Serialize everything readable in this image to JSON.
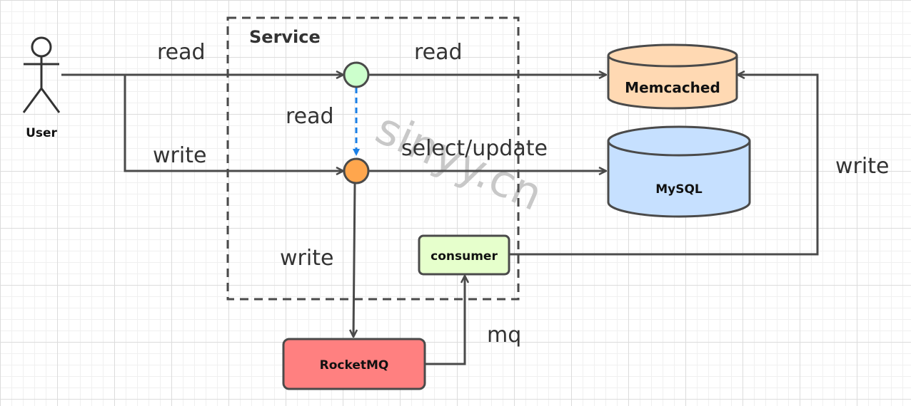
{
  "diagram": {
    "container_title": "Service",
    "actor": "User",
    "nodes": {
      "memcached": "Memcached",
      "mysql": "MySQL",
      "consumer": "consumer",
      "rocketmq": "RocketMQ"
    },
    "edge_labels": {
      "user_read": "read",
      "user_write": "write",
      "service_read_cache": "read",
      "cache_miss_read": "read",
      "select_update": "select/update",
      "service_write_mq": "write",
      "mq": "mq",
      "consumer_write": "write"
    },
    "watermark": "sinyy.cn"
  },
  "colors": {
    "read_node": "#ccffcc",
    "write_node": "#ffa64d",
    "memcached": "#ffd9b3",
    "mysql": "#c6e0ff",
    "consumer": "#e6ffcc",
    "rocketmq": "#ff8080",
    "dashed_arrow": "#1a7fe6",
    "line": "#4a4a4a"
  }
}
